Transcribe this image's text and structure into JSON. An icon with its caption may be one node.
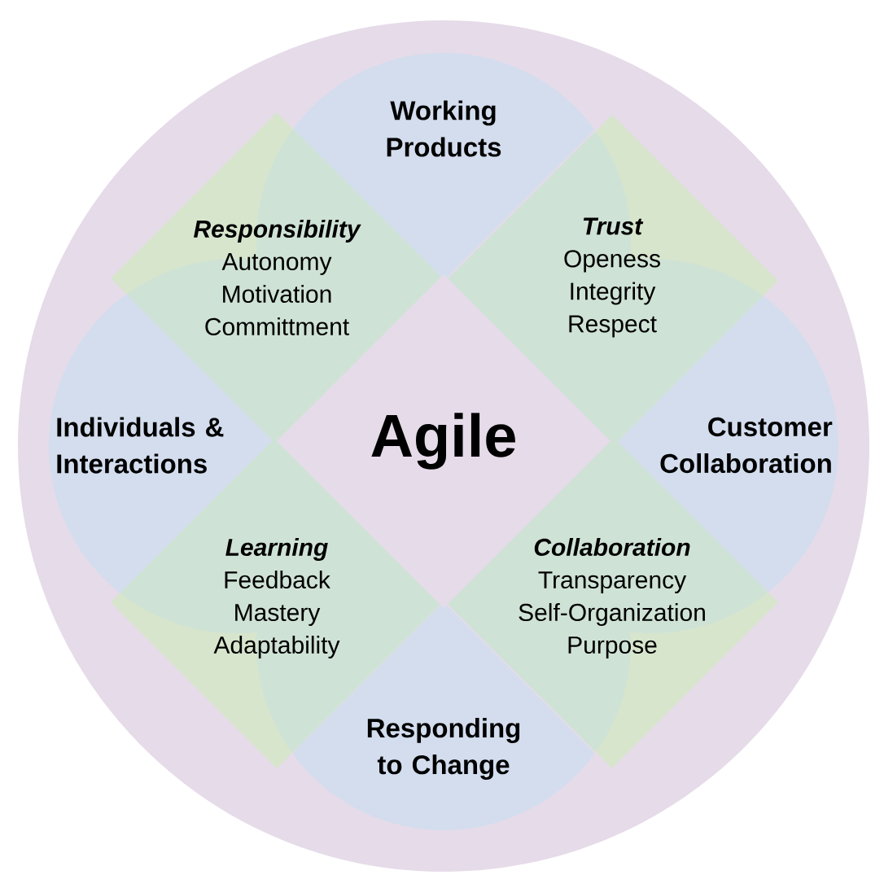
{
  "diagram": {
    "nodes": [
      {
        "text": [
          "Working Products"
        ]
      },
      {
        "text": [
          "Responsibility",
          "Autonomy",
          "Motivation",
          "Committment"
        ]
      },
      {
        "text": [
          "Trust",
          "Openess",
          "Integrity",
          "Respect"
        ]
      },
      {
        "text": [
          "Individuals & Interactions"
        ]
      },
      {
        "text": [
          "Agile"
        ]
      },
      {
        "text": [
          "Customer Collaboration"
        ]
      },
      {
        "text": [
          "Learning",
          "Feedback",
          "Mastery",
          "Adaptability"
        ]
      },
      {
        "text": [
          "Collaboration",
          "Transparency",
          "Self-Organization",
          "Purpose"
        ]
      },
      {
        "text": [
          "Responding to Change"
        ]
      }
    ]
  }
}
